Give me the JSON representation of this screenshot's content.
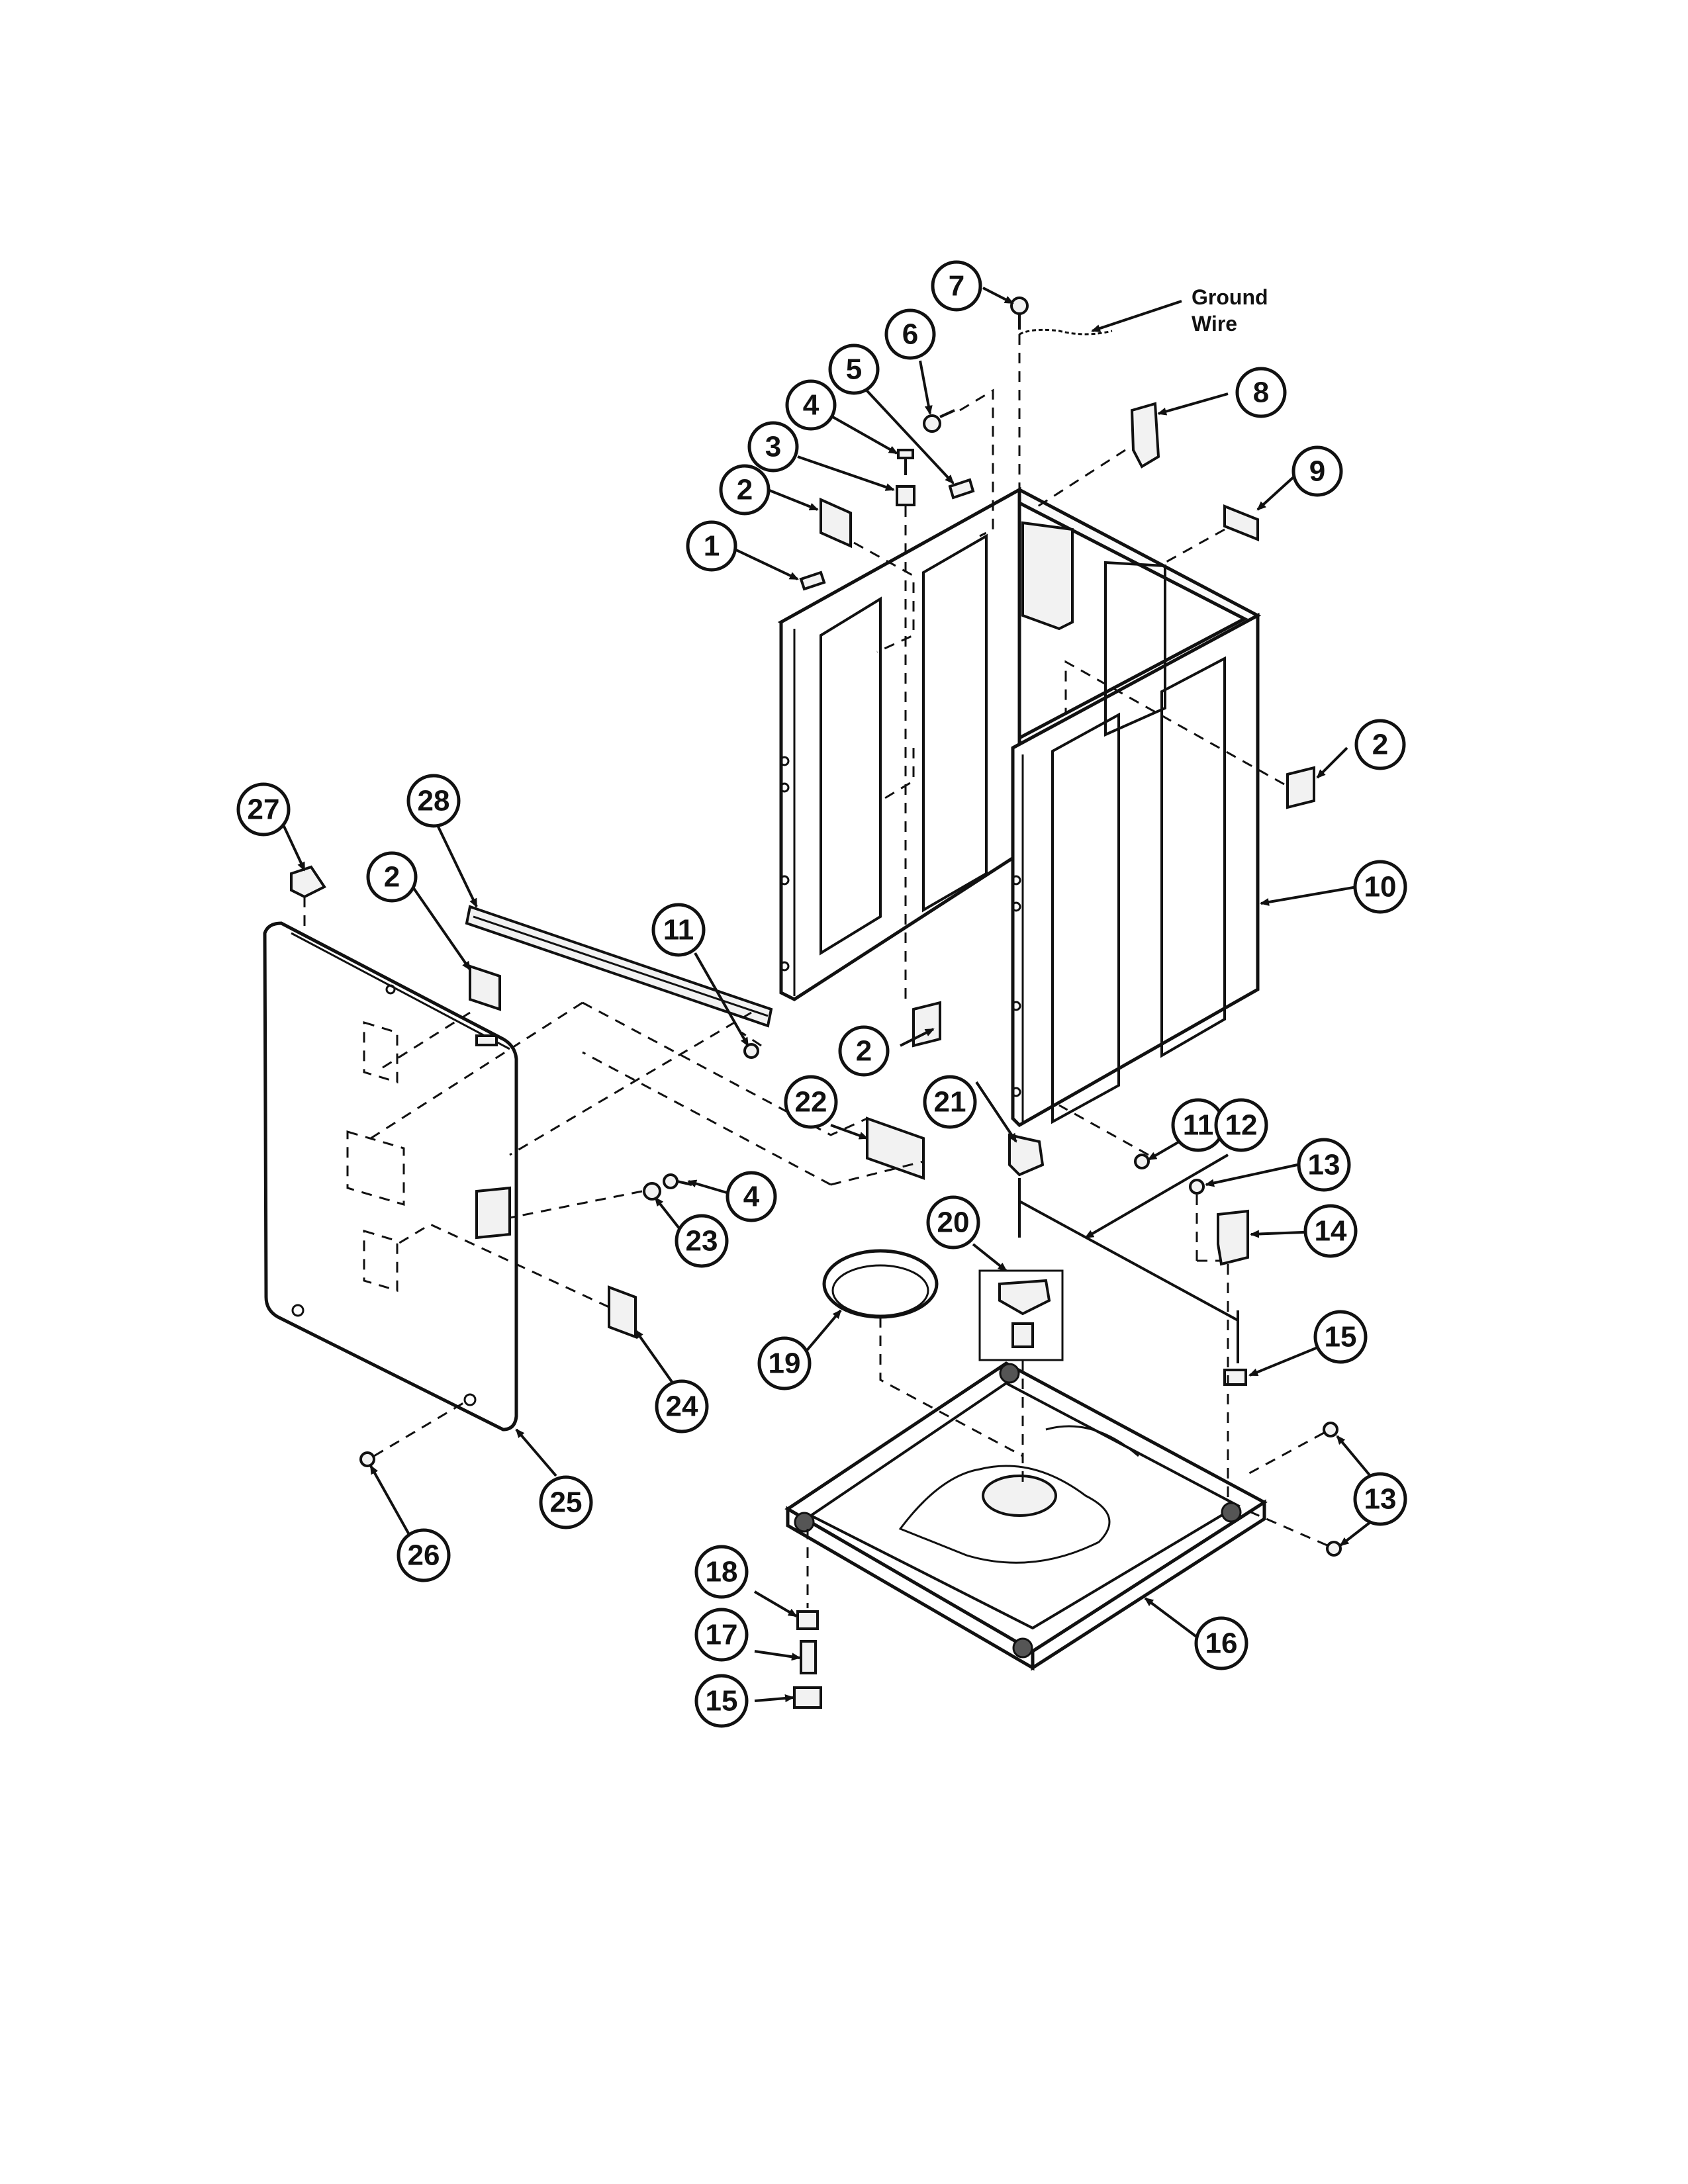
{
  "labels": {
    "ground_wire_line1": "Ground",
    "ground_wire_line2": "Wire"
  },
  "callouts": [
    {
      "id": "c1",
      "num": "1"
    },
    {
      "id": "c2a",
      "num": "2"
    },
    {
      "id": "c3",
      "num": "3"
    },
    {
      "id": "c4a",
      "num": "4"
    },
    {
      "id": "c5",
      "num": "5"
    },
    {
      "id": "c6",
      "num": "6"
    },
    {
      "id": "c7",
      "num": "7"
    },
    {
      "id": "c8",
      "num": "8"
    },
    {
      "id": "c9",
      "num": "9"
    },
    {
      "id": "c2b",
      "num": "2"
    },
    {
      "id": "c10",
      "num": "10"
    },
    {
      "id": "c27",
      "num": "27"
    },
    {
      "id": "c28",
      "num": "28"
    },
    {
      "id": "c2c",
      "num": "2"
    },
    {
      "id": "c11a",
      "num": "11"
    },
    {
      "id": "c2d",
      "num": "2"
    },
    {
      "id": "c22",
      "num": "22"
    },
    {
      "id": "c21",
      "num": "21"
    },
    {
      "id": "c11b",
      "num": "11"
    },
    {
      "id": "c12",
      "num": "12"
    },
    {
      "id": "c13a",
      "num": "13"
    },
    {
      "id": "c4b",
      "num": "4"
    },
    {
      "id": "c23",
      "num": "23"
    },
    {
      "id": "c14",
      "num": "14"
    },
    {
      "id": "c20",
      "num": "20"
    },
    {
      "id": "c19",
      "num": "19"
    },
    {
      "id": "c15a",
      "num": "15"
    },
    {
      "id": "c24",
      "num": "24"
    },
    {
      "id": "c25",
      "num": "25"
    },
    {
      "id": "c13b",
      "num": "13"
    },
    {
      "id": "c26",
      "num": "26"
    },
    {
      "id": "c18",
      "num": "18"
    },
    {
      "id": "c16",
      "num": "16"
    },
    {
      "id": "c17",
      "num": "17"
    },
    {
      "id": "c15b",
      "num": "15"
    }
  ]
}
